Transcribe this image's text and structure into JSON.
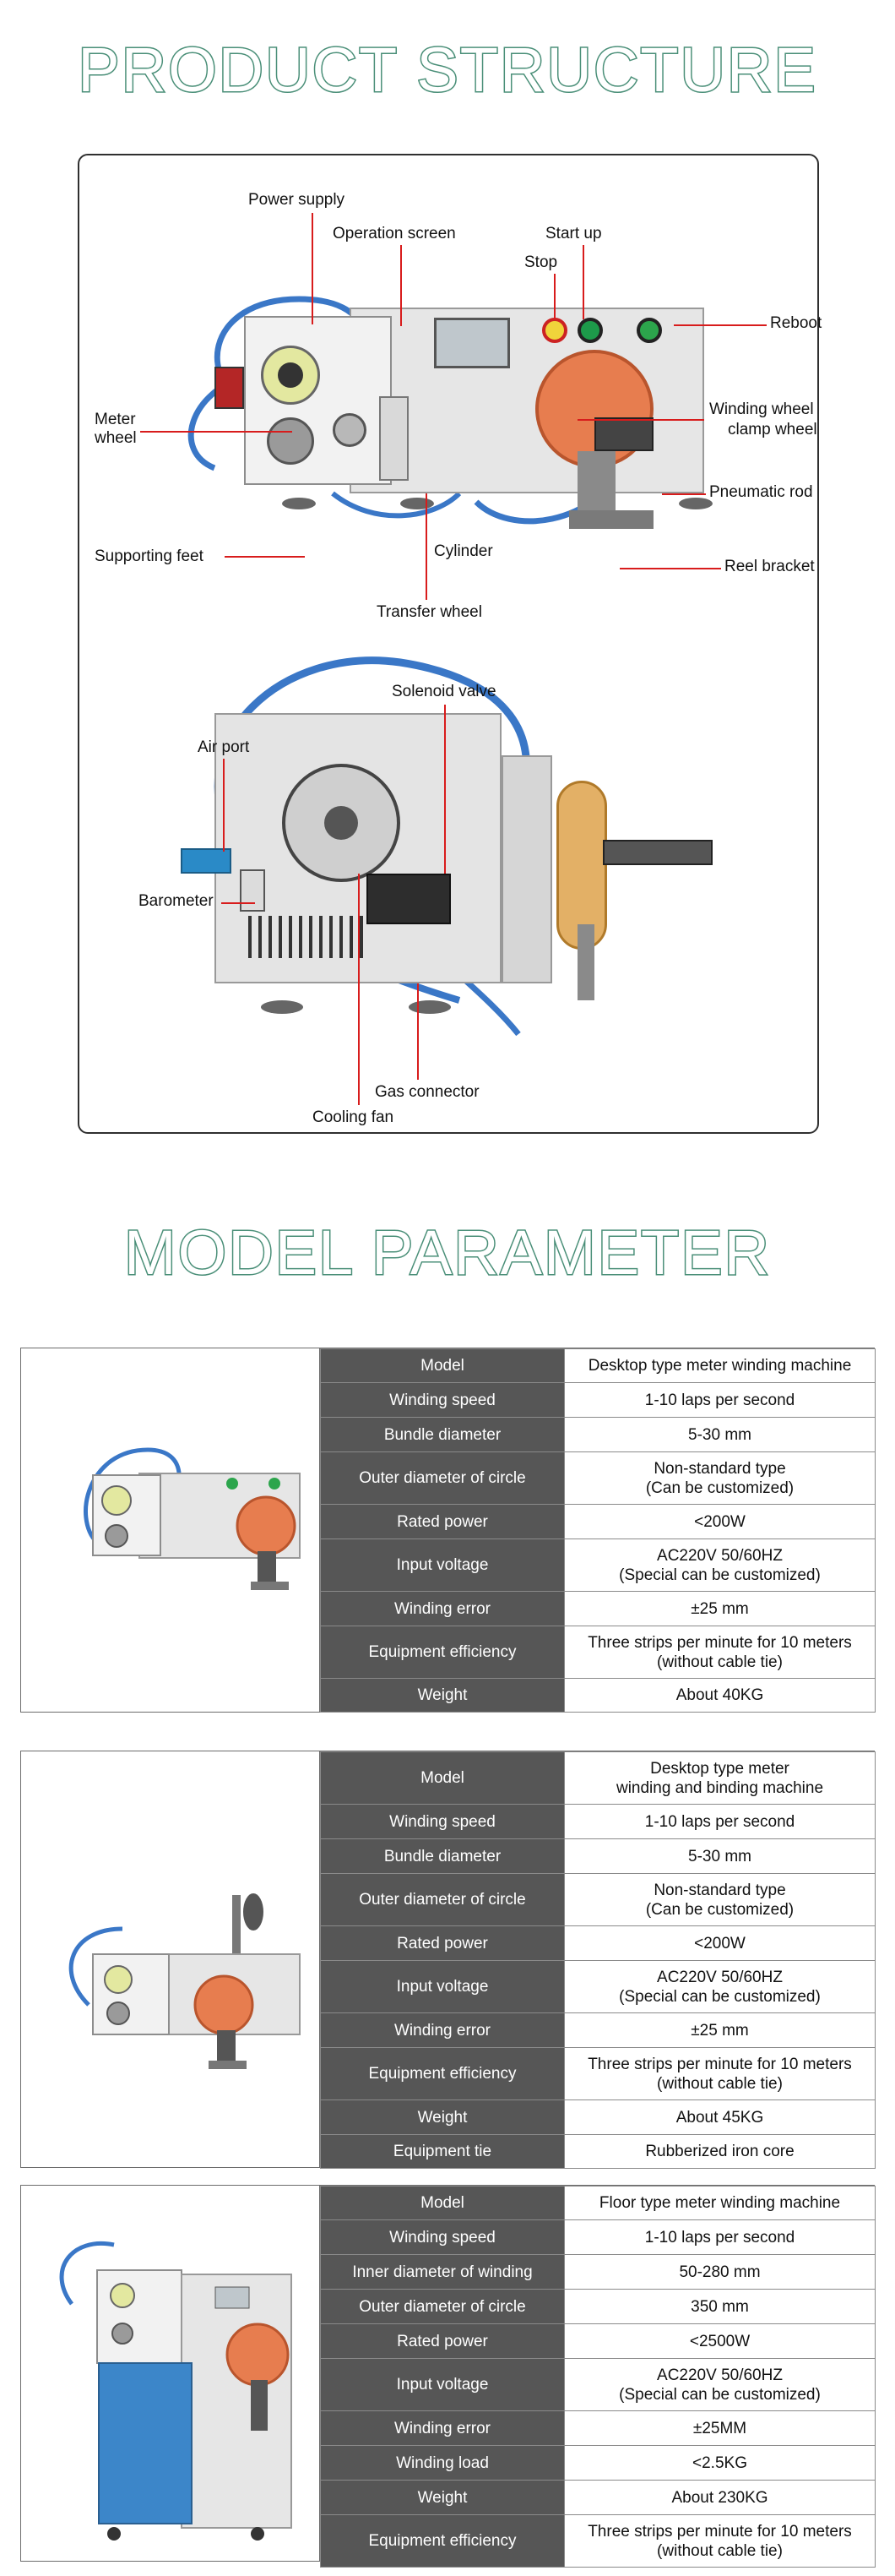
{
  "headings": {
    "structure": "PRODUCT STRUCTURE",
    "parameter": "MODEL PARAMETER"
  },
  "structure": {
    "top_labels": {
      "power_supply": "Power supply",
      "operation_screen": "Operation screen",
      "start_up": "Start up",
      "stop": "Stop",
      "reboot": "Reboot",
      "meter_wheel_1": "Meter",
      "meter_wheel_2": "wheel",
      "winding_wheel": "Winding wheel",
      "clamp_wheel": "clamp wheel",
      "pneumatic_rod": "Pneumatic rod",
      "supporting_feet": "Supporting feet",
      "cylinder": "Cylinder",
      "reel_bracket": "Reel bracket",
      "transfer_wheel": "Transfer wheel"
    },
    "bottom_labels": {
      "solenoid_valve": "Solenoid valve",
      "air_port": "Air port",
      "barometer": "Barometer",
      "gas_connector": "Gas connector",
      "cooling_fan": "Cooling fan"
    }
  },
  "models": [
    {
      "rows": [
        [
          "Model",
          "Desktop type meter winding machine"
        ],
        [
          "Winding speed",
          "1-10 laps per second"
        ],
        [
          "Bundle diameter",
          "5-30 mm"
        ],
        [
          "Outer diameter of circle",
          "Non-standard type|(Can be customized)"
        ],
        [
          "Rated power",
          "<200W"
        ],
        [
          "Input voltage",
          "AC220V 50/60HZ|(Special can be customized)"
        ],
        [
          "Winding error",
          "±25 mm"
        ],
        [
          "Equipment efficiency",
          "Three strips per minute for 10 meters|(without cable tie)"
        ],
        [
          "Weight",
          "About 40KG"
        ]
      ]
    },
    {
      "rows": [
        [
          "Model",
          "Desktop type meter|winding and binding machine"
        ],
        [
          "Winding speed",
          "1-10 laps per second"
        ],
        [
          "Bundle diameter",
          "5-30 mm"
        ],
        [
          "Outer diameter of circle",
          "Non-standard type|(Can be customized)"
        ],
        [
          "Rated power",
          "<200W"
        ],
        [
          "Input voltage",
          "AC220V 50/60HZ|(Special can be customized)"
        ],
        [
          "Winding error",
          "±25 mm"
        ],
        [
          "Equipment efficiency",
          "Three strips per minute for 10 meters|(without cable tie)"
        ],
        [
          "Weight",
          "About 45KG"
        ],
        [
          "Equipment tie",
          "Rubberized iron core"
        ]
      ]
    },
    {
      "rows": [
        [
          "Model",
          "Floor type meter winding machine"
        ],
        [
          "Winding speed",
          "1-10 laps per second"
        ],
        [
          "Inner diameter of winding",
          "50-280 mm"
        ],
        [
          "Outer diameter of circle",
          "350 mm"
        ],
        [
          "Rated power",
          "<2500W"
        ],
        [
          "Input voltage",
          "AC220V 50/60HZ|(Special can be customized)"
        ],
        [
          "Winding error",
          "±25MM"
        ],
        [
          "Winding load",
          "<2.5KG"
        ],
        [
          "Weight",
          "About 230KG"
        ],
        [
          "Equipment efficiency",
          "Three strips per minute for 10 meters|(without cable tie)"
        ]
      ]
    }
  ],
  "colors": {
    "heading_stroke": "#4a8f78",
    "callout_line": "#d81c1c",
    "table_key_bg": "#565656"
  }
}
